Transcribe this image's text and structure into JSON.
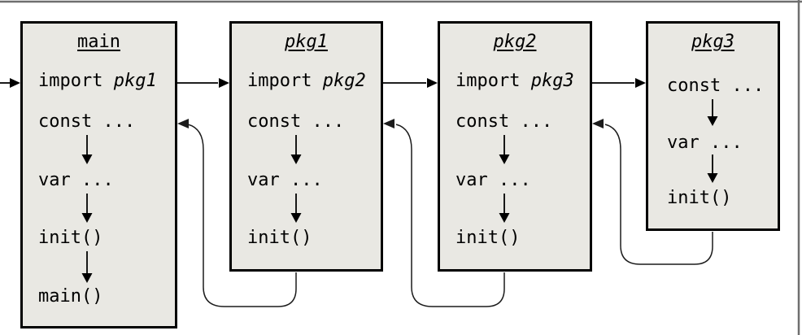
{
  "colors": {
    "background": "#ffffff",
    "box_fill": "#e9e8e3",
    "box_border": "#000000",
    "arrow": "#000000",
    "return_line": "#1c1c1c",
    "frame_line": "#6f6f6f",
    "text": "#000000"
  },
  "boxes": [
    {
      "id": "main",
      "title": "main",
      "rows": [
        {
          "keyword": "import ",
          "pkg": "pkg1"
        },
        {
          "text": "const ..."
        },
        {
          "text": "var ..."
        },
        {
          "text": "init()"
        },
        {
          "text": "main()"
        }
      ]
    },
    {
      "id": "pkg1",
      "title": "pkg1",
      "rows": [
        {
          "keyword": "import ",
          "pkg": "pkg2"
        },
        {
          "text": "const ..."
        },
        {
          "text": "var ..."
        },
        {
          "text": "init()"
        }
      ]
    },
    {
      "id": "pkg2",
      "title": "pkg2",
      "rows": [
        {
          "keyword": "import ",
          "pkg": "pkg3"
        },
        {
          "text": "const ..."
        },
        {
          "text": "var ..."
        },
        {
          "text": "init()"
        }
      ]
    },
    {
      "id": "pkg3",
      "title": "pkg3",
      "rows": [
        {
          "text": "const ..."
        },
        {
          "text": "var ..."
        },
        {
          "text": "init()"
        }
      ]
    }
  ]
}
